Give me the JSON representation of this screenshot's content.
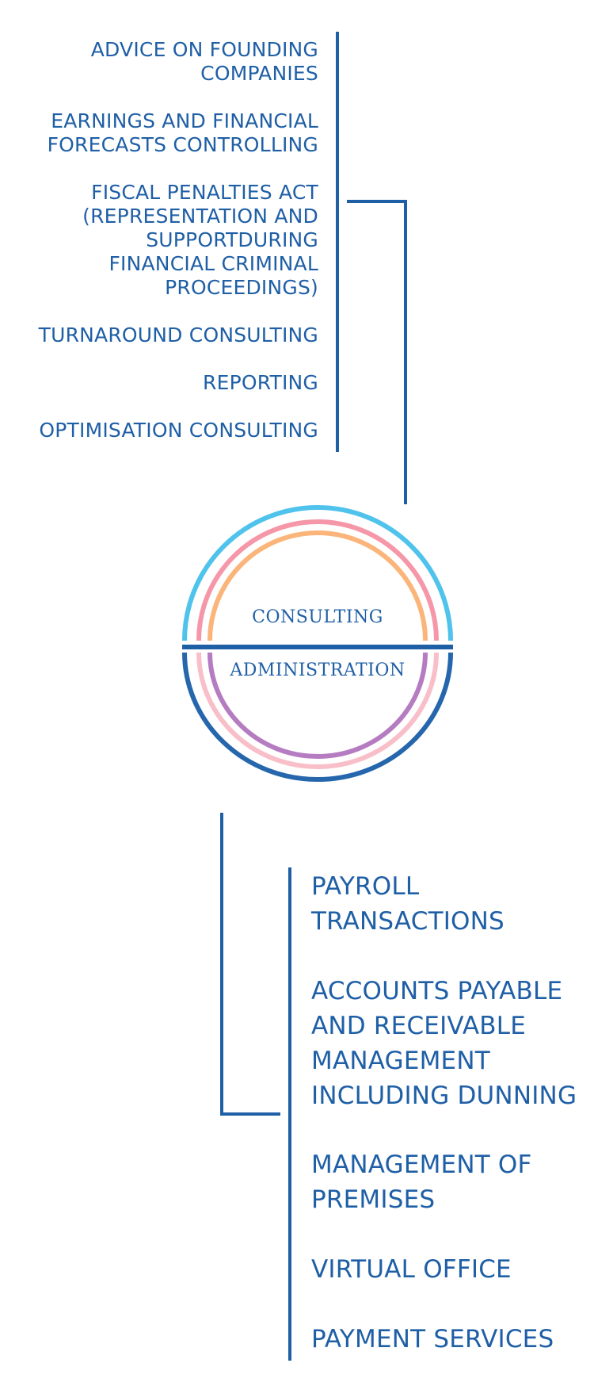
{
  "consulting": {
    "label": "CONSULTING",
    "items": [
      "ADVICE ON FOUNDING COMPANIES",
      "EARNINGS AND FINANCIAL FORECASTS CONTROLLING",
      "FISCAL PENALTIES ACT (REPRESENTATION AND SUPPORTDURING FINANCIAL CRIMINAL PROCEEDINGS)",
      "TURNAROUND CONSULTING",
      "REPORTING",
      "OPTIMISATION CONSULTING"
    ]
  },
  "administration": {
    "label": "ADMINISTRATION",
    "items": [
      "PAYROLL TRANSACTIONS",
      "ACCOUNTS PAYABLE AND RECEIVABLE MANAGEMENT INCLUDING DUNNING",
      "MANAGEMENT OF PREMISES",
      "VIRTUAL OFFICE",
      "PAYMENT SERVICES"
    ]
  },
  "colors": {
    "primary": "#1f5fa6",
    "ring_outer_top": "#4fc3ec",
    "ring_middle_top": "#f597a8",
    "ring_inner_top": "#fbb57b",
    "ring_outer_bottom": "#2566ad",
    "ring_middle_bottom": "#f9bfc9",
    "ring_inner_bottom": "#b57cc2"
  }
}
